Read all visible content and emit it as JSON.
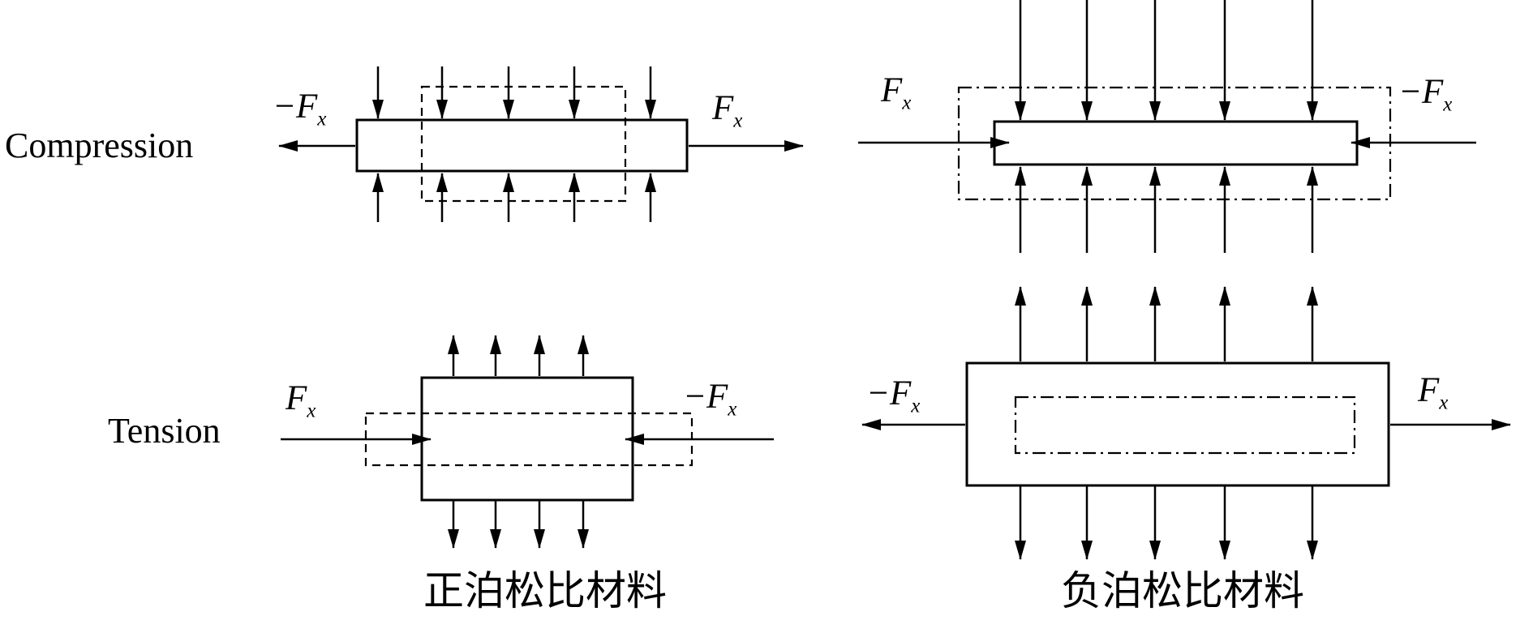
{
  "figure": {
    "background": "#ffffff",
    "line_color": "#000000",
    "row_labels": {
      "top": "Compression",
      "bottom": "Tension"
    },
    "force": {
      "positive": {
        "main": "F",
        "sub": "x"
      },
      "negative": {
        "main": "−F",
        "sub": "x"
      }
    },
    "captions": {
      "left": "正泊松比材料",
      "right": "负泊松比材料"
    }
  }
}
